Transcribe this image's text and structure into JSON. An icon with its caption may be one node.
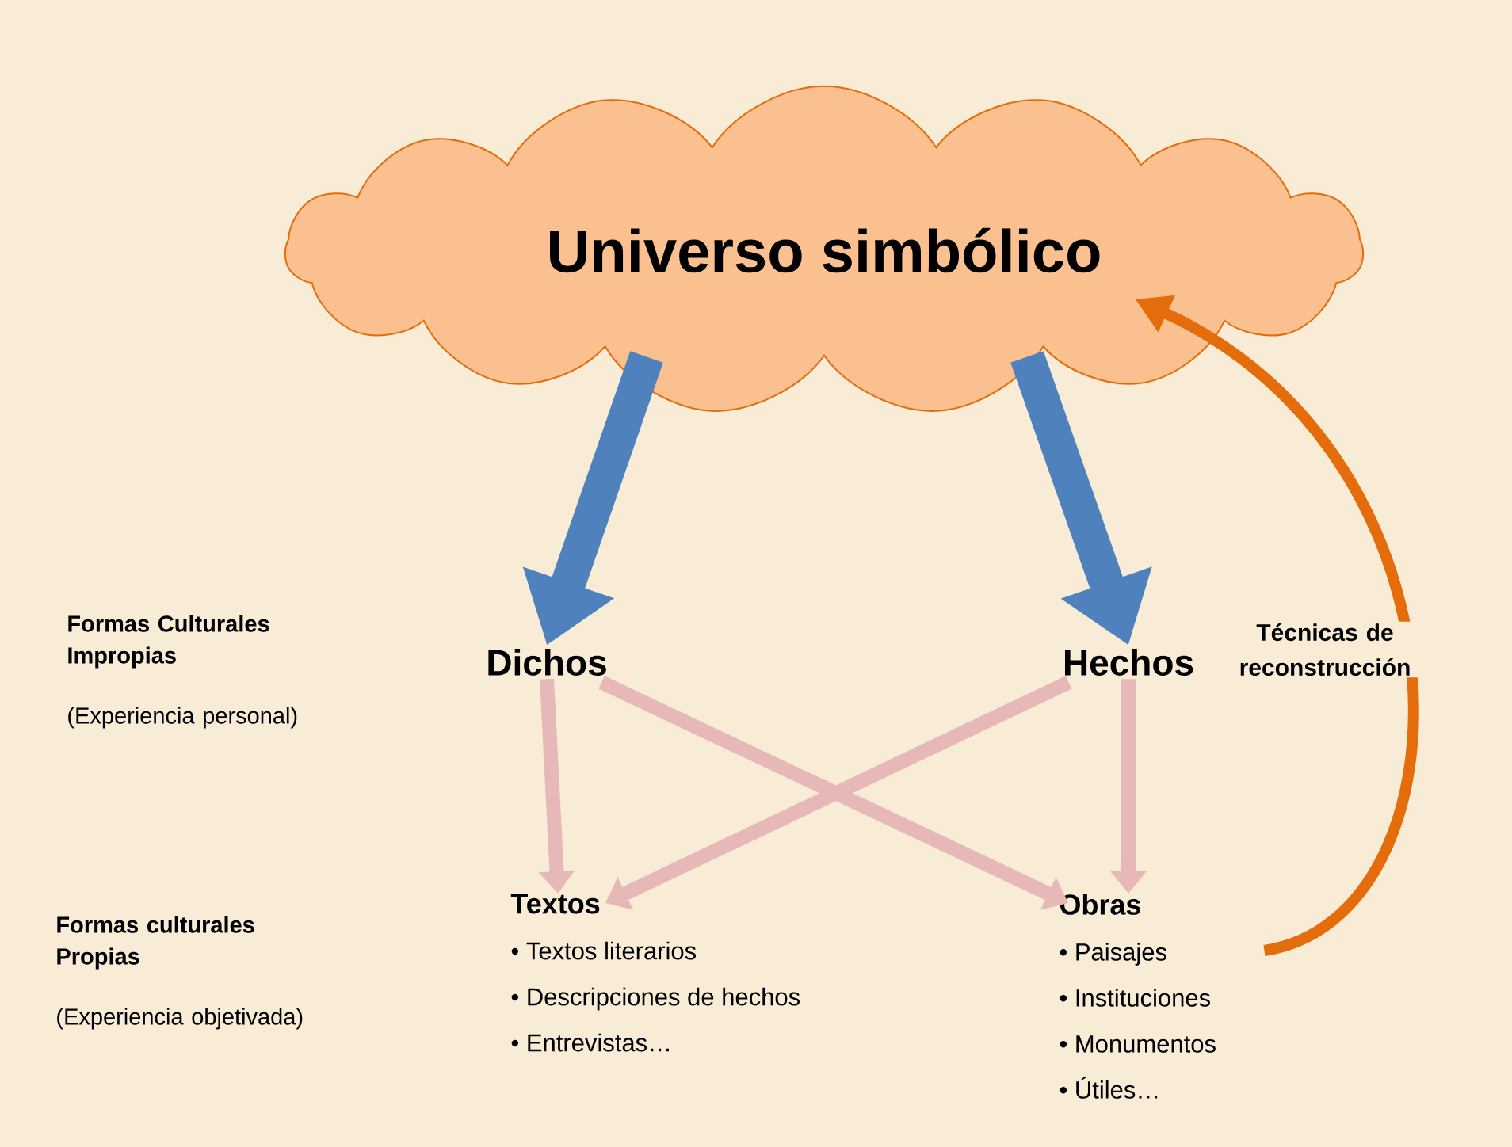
{
  "diagram": {
    "nodes": [
      {
        "text": [
          "Universo simbólico"
        ]
      },
      {
        "text": [
          "Dichos"
        ]
      },
      {
        "text": [
          "Hechos"
        ]
      },
      {
        "text": [
          "Textos",
          "• Textos literarios",
          "• Descripciones de hechos",
          "• Entrevistas…"
        ]
      },
      {
        "text": [
          "Obras",
          "• Paisajes",
          "• Instituciones",
          "• Monumentos",
          "• Útiles…"
        ]
      }
    ],
    "edges": [
      {
        "from": 0,
        "to": 1,
        "arrow": "to",
        "style": "thick",
        "color": "#4f81bd"
      },
      {
        "from": 0,
        "to": 2,
        "arrow": "to",
        "style": "thick",
        "color": "#4f81bd"
      },
      {
        "from": 1,
        "to": 3,
        "arrow": "to",
        "color": "#e6b9b8"
      },
      {
        "from": 1,
        "to": 4,
        "arrow": "to",
        "color": "#e6b9b8"
      },
      {
        "from": 2,
        "to": 3,
        "arrow": "to",
        "color": "#e6b9b8"
      },
      {
        "from": 2,
        "to": 4,
        "arrow": "to",
        "color": "#e6b9b8"
      },
      {
        "from": 4,
        "to": 0,
        "arrow": "to",
        "color": "#e46c0a",
        "label": "Técnicas de reconstrucción"
      }
    ],
    "labels": [
      "Formas Culturales Impropias",
      "(Experiencia personal)",
      "Formas culturales Propias",
      "(Experiencia objetivada)"
    ]
  }
}
